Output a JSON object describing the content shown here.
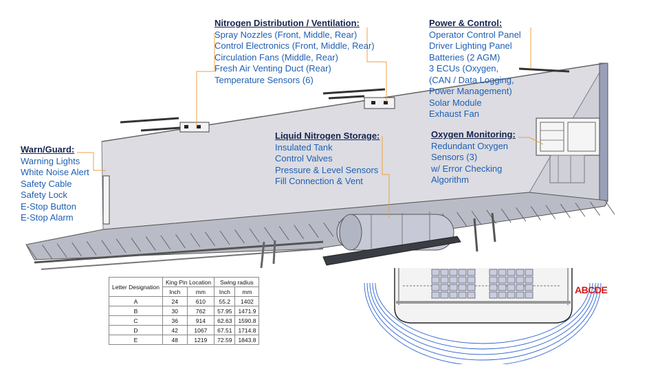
{
  "callouts": {
    "nitrogen": {
      "header": "Nitrogen Distribution / Ventilation:",
      "items": [
        "Spray Nozzles (Front, Middle, Rear)",
        "Control Electronics (Front, Middle, Rear)",
        "Circulation Fans (Middle, Rear)",
        "Fresh Air Venting Duct (Rear)",
        "Temperature Sensors (6)"
      ]
    },
    "power": {
      "header": "Power & Control:",
      "items": [
        "Operator Control Panel",
        "Driver Lighting Panel",
        "Batteries (2 AGM)",
        "3 ECUs (Oxygen,",
        "(CAN / Data Logging,",
        "Power Management)",
        "Solar Module",
        "Exhaust Fan"
      ]
    },
    "warn": {
      "header": "Warn/Guard:",
      "items": [
        "Warning Lights",
        "White Noise Alert",
        "Safety Cable",
        "Safety Lock",
        "E-Stop Button",
        "E-Stop Alarm"
      ]
    },
    "liquid": {
      "header": "Liquid Nitrogen Storage:",
      "items": [
        "Insulated Tank",
        "Control Valves",
        "Pressure & Level Sensors",
        "Fill Connection & Vent"
      ]
    },
    "oxygen": {
      "header": "Oxygen Monitoring:",
      "items": [
        "Redundant Oxygen",
        "Sensors (3)",
        "w/ Error Checking",
        "Algorithm"
      ]
    }
  },
  "table": {
    "headers": [
      "Letter Designation",
      "King Pin Location",
      "Swing radius"
    ],
    "units": [
      "Inch",
      "mm",
      "Inch",
      "mm"
    ],
    "rows": [
      [
        "A",
        "24",
        "610",
        "55.2",
        "1402"
      ],
      [
        "B",
        "30",
        "762",
        "57.95",
        "1471.9"
      ],
      [
        "C",
        "36",
        "914",
        "62.63",
        "1590.8"
      ],
      [
        "D",
        "42",
        "1067",
        "67.51",
        "1714.8"
      ],
      [
        "E",
        "48",
        "1219",
        "72.59",
        "1843.8"
      ]
    ]
  },
  "swing_label": "ABCDE",
  "colors": {
    "callout_text": "#1f5fb4",
    "header_text": "#17244f",
    "leader_line": "#f0a040",
    "trailer_wall": "#d9d9df",
    "abcde": "#d01818"
  }
}
